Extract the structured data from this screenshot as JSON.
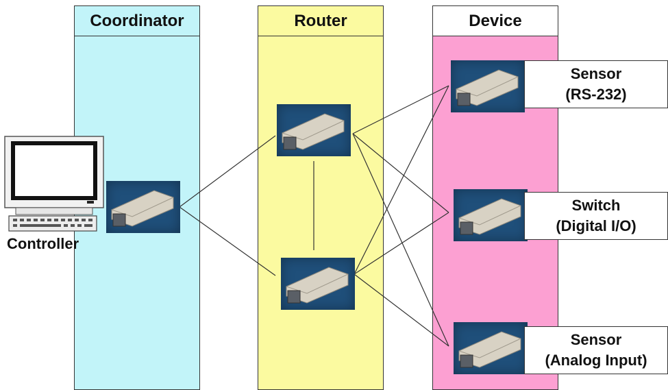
{
  "columns": {
    "coordinator": "Coordinator",
    "router": "Router",
    "device": "Device"
  },
  "controller_label": "Controller",
  "devices": [
    {
      "line1": "Sensor",
      "line2": "(RS-232)"
    },
    {
      "line1": "Switch",
      "line2": "(Digital I/O)"
    },
    {
      "line1": "Sensor",
      "line2": "(Analog Input)"
    }
  ],
  "colors": {
    "coordinator_fill": "#c2f4f9",
    "router_fill": "#fbfaa0",
    "device_fill": "#fca0d2",
    "module_bg": "#1f4f7a",
    "module_body": "#d8d2c4"
  }
}
